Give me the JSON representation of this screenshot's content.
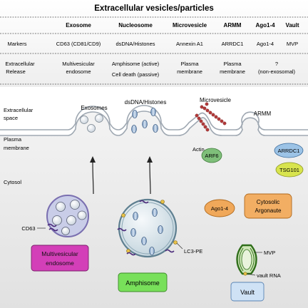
{
  "title": "Extracellular vesicles/particles",
  "table": {
    "columns": [
      "Exosome",
      "Nucleosome",
      "Microvesicle",
      "ARMM",
      "Ago1-4",
      "Vault"
    ],
    "markers_label": "Markers",
    "markers": [
      "CD63 (CD81/CD9)",
      "dsDNA/Histones",
      "Annexin A1",
      "ARRDC1",
      "Ago1-4",
      "MVP"
    ],
    "release_label_line1": "Extracellular",
    "release_label_line2": "Release",
    "release": {
      "exosome_line1": "Multivesicular",
      "exosome_line2": "endosome",
      "nucleosome_line1": "Amphisome (active)",
      "nucleosome_line2": "Cell death (passive)",
      "microvesicle_line1": "Plasma",
      "microvesicle_line2": "membrane",
      "armm_line1": "Plasma",
      "armm_line2": "membrane",
      "ago_line1": "?",
      "ago_line2": "(non-exosomal)"
    }
  },
  "diagram": {
    "extracellular_line1": "Extracellular",
    "extracellular_line2": "space",
    "plasma_line1": "Plasma",
    "plasma_line2": "membrane",
    "cytosol": "Cytosol",
    "exosomes": "Exosomes",
    "dsdna": "dsDNA/Histones",
    "microvesicle": "Microvesicle",
    "armm": "ARMM",
    "actin": "Actin",
    "arf6": "ARF6",
    "arrdc1": "ARRDC1",
    "tsg101": "TSG101",
    "ago": "Ago1-4",
    "cytosolic_line1": "Cytosolic",
    "cytosolic_line2": "Argonaute",
    "cd63": "CD63",
    "mve_line1": "Multivesicular",
    "mve_line2": "endosome",
    "lc3": "LC3-PE",
    "amphisome": "Amphisome",
    "mvp": "MVP",
    "vault_rna": "vault RNA",
    "vault": "Vault"
  }
}
